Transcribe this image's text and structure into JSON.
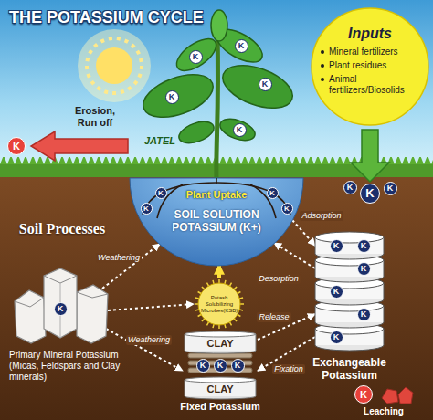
{
  "diagram": {
    "title": "THE POTASSIUM CYCLE",
    "nodes": [
      {
        "text": [
          "Inputs",
          "Mineral fertilizers",
          "Plant residues",
          "Animal fertilizers/Biosolids"
        ]
      },
      {
        "text": [
          "Plant Uptake",
          "SOIL SOLUTION POTASSIUM (K+)"
        ]
      },
      {
        "text": [
          "Exchangeable Potassium"
        ]
      },
      {
        "text": [
          "Potash Solubilizing Microbes(KSB)"
        ]
      },
      {
        "text": [
          "Primary Mineral Potassium (Micas, Feldspars and Clay minerals)"
        ]
      },
      {
        "text": [
          "CLAY",
          "CLAY",
          "Fixed Potassium"
        ]
      }
    ],
    "edges": [
      {
        "from": 4,
        "to": 1,
        "label": "Weathering",
        "arrow": "to"
      },
      {
        "from": 4,
        "to": 3,
        "arrow": "to"
      },
      {
        "from": 4,
        "to": 5,
        "label": "Weathering",
        "arrow": "to"
      },
      {
        "from": 3,
        "to": 1,
        "arrow": "to"
      },
      {
        "from": 1,
        "to": 2,
        "label": "Adsorption",
        "arrow": "to"
      },
      {
        "from": 2,
        "to": 1,
        "label": "Desorption",
        "arrow": "to"
      },
      {
        "from": 5,
        "to": 2,
        "label": "Release",
        "arrow": "to"
      },
      {
        "from": 2,
        "to": 5,
        "label": "Fixation",
        "arrow": "to"
      }
    ],
    "labels": [
      "Erosion, Run off",
      "K",
      "JATEL",
      "K",
      "K",
      "K",
      "K",
      "K",
      "K",
      "K",
      "K",
      "K",
      "K",
      "K",
      "K",
      "Soil Processes",
      "K",
      "K",
      "K",
      "K",
      "K",
      "K",
      "K",
      "K",
      "K",
      "K",
      "K",
      "Leaching"
    ]
  }
}
